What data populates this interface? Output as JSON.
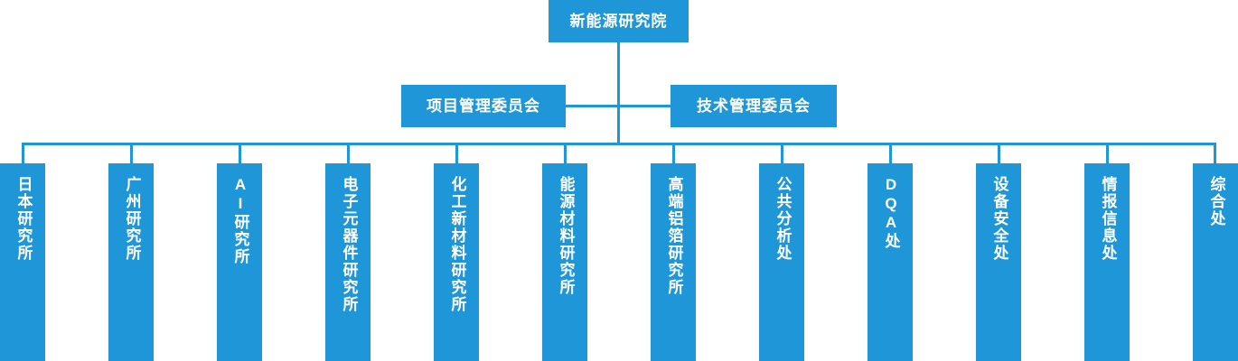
{
  "chart_data": {
    "type": "diagram",
    "title": "新能源研究院组织结构图",
    "orientation": "top-down",
    "accent_color": "#1e96d8",
    "text_color": "#ffffff",
    "background_color": "#ffffff",
    "levels": [
      {
        "level": 1,
        "nodes": [
          {
            "id": "root",
            "label": "新能源研究院",
            "text_direction": "horizontal"
          }
        ]
      },
      {
        "level": 2,
        "nodes": [
          {
            "id": "committee-project",
            "label": "项目管理委员会",
            "text_direction": "horizontal",
            "parent": "root"
          },
          {
            "id": "committee-technology",
            "label": "技术管理委员会",
            "text_direction": "horizontal",
            "parent": "root"
          }
        ]
      },
      {
        "level": 3,
        "nodes": [
          {
            "id": "dept-1",
            "label": "日本研究所",
            "text_direction": "vertical",
            "parent": "root"
          },
          {
            "id": "dept-2",
            "label": "广州研究所",
            "text_direction": "vertical",
            "parent": "root"
          },
          {
            "id": "dept-3",
            "label": "AI研究所",
            "text_direction": "vertical",
            "parent": "root"
          },
          {
            "id": "dept-4",
            "label": "电子元器件研究所",
            "text_direction": "vertical",
            "parent": "root"
          },
          {
            "id": "dept-5",
            "label": "化工新材料研究所",
            "text_direction": "vertical",
            "parent": "root"
          },
          {
            "id": "dept-6",
            "label": "能源材料研究所",
            "text_direction": "vertical",
            "parent": "root"
          },
          {
            "id": "dept-7",
            "label": "高端铝箔研究所",
            "text_direction": "vertical",
            "parent": "root"
          },
          {
            "id": "dept-8",
            "label": "公共分析处",
            "text_direction": "vertical",
            "parent": "root"
          },
          {
            "id": "dept-9",
            "label": "DQA处",
            "text_direction": "vertical",
            "parent": "root"
          },
          {
            "id": "dept-10",
            "label": "设备安全处",
            "text_direction": "vertical",
            "parent": "root"
          },
          {
            "id": "dept-11",
            "label": "情报信息处",
            "text_direction": "vertical",
            "parent": "root"
          },
          {
            "id": "dept-12",
            "label": "综合处",
            "text_direction": "vertical",
            "parent": "root"
          }
        ]
      }
    ]
  },
  "root": {
    "label": "新能源研究院"
  },
  "committees": {
    "project": "项目管理委员会",
    "technology": "技术管理委员会"
  },
  "departments": [
    {
      "label": "日本研究所"
    },
    {
      "label": "广州研究所"
    },
    {
      "label": "AI研究所"
    },
    {
      "label": "电子元器件研究所"
    },
    {
      "label": "化工新材料研究所"
    },
    {
      "label": "能源材料研究所"
    },
    {
      "label": "高端铝箔研究所"
    },
    {
      "label": "公共分析处"
    },
    {
      "label": "DQA处"
    },
    {
      "label": "设备安全处"
    },
    {
      "label": "情报信息处"
    },
    {
      "label": "综合处"
    }
  ]
}
